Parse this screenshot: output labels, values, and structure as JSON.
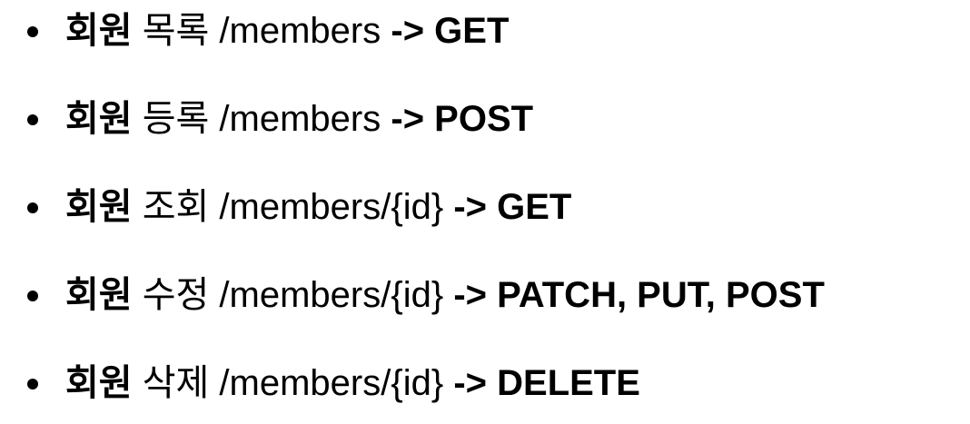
{
  "page": {
    "background_color": "#ffffff",
    "text_color": "#000000"
  },
  "icons": {
    "bullet": "disc-dot"
  },
  "list": {
    "items": [
      {
        "entity": "회원",
        "detail": " 목록 /members ",
        "method": "-> GET"
      },
      {
        "entity": "회원",
        "detail": " 등록 /members ",
        "method": "-> POST"
      },
      {
        "entity": "회원",
        "detail": " 조회 /members/{id} ",
        "method": "-> GET"
      },
      {
        "entity": "회원",
        "detail": " 수정 /members/{id} ",
        "method": "-> PATCH, PUT, POST"
      },
      {
        "entity": "회원",
        "detail": " 삭제 /members/{id} ",
        "method": "-> DELETE"
      }
    ]
  }
}
